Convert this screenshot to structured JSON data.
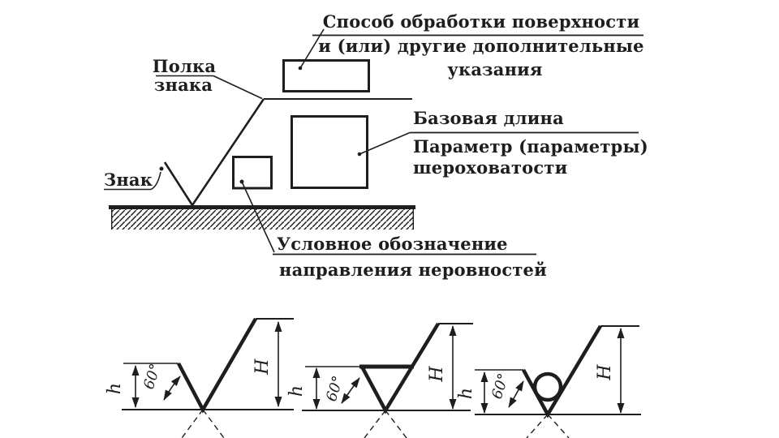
{
  "colors": {
    "ink": "#1e1e1e",
    "paper": "#ffffff"
  },
  "annotations": {
    "method": {
      "line1": "Способ обработки поверхности",
      "line2": "и (или) другие дополнительные",
      "line3": "указания"
    },
    "shelf": {
      "line1": "Полка",
      "line2": "знака"
    },
    "sign": {
      "label": "Знак"
    },
    "params": {
      "line1": "Базовая длина",
      "line2": "Параметр (параметры)",
      "line3": "шероховатости"
    },
    "direction": {
      "line1": "Условное обозначение",
      "line2": "направления неровностей"
    }
  },
  "symbols": [
    {
      "id": "sign-basic",
      "h": "h",
      "H": "H",
      "angle": "60°"
    },
    {
      "id": "sign-machining-required",
      "h": "h",
      "H": "H",
      "angle": "60°"
    },
    {
      "id": "sign-without-machining",
      "h": "h",
      "H": "H",
      "angle": "60°"
    }
  ]
}
